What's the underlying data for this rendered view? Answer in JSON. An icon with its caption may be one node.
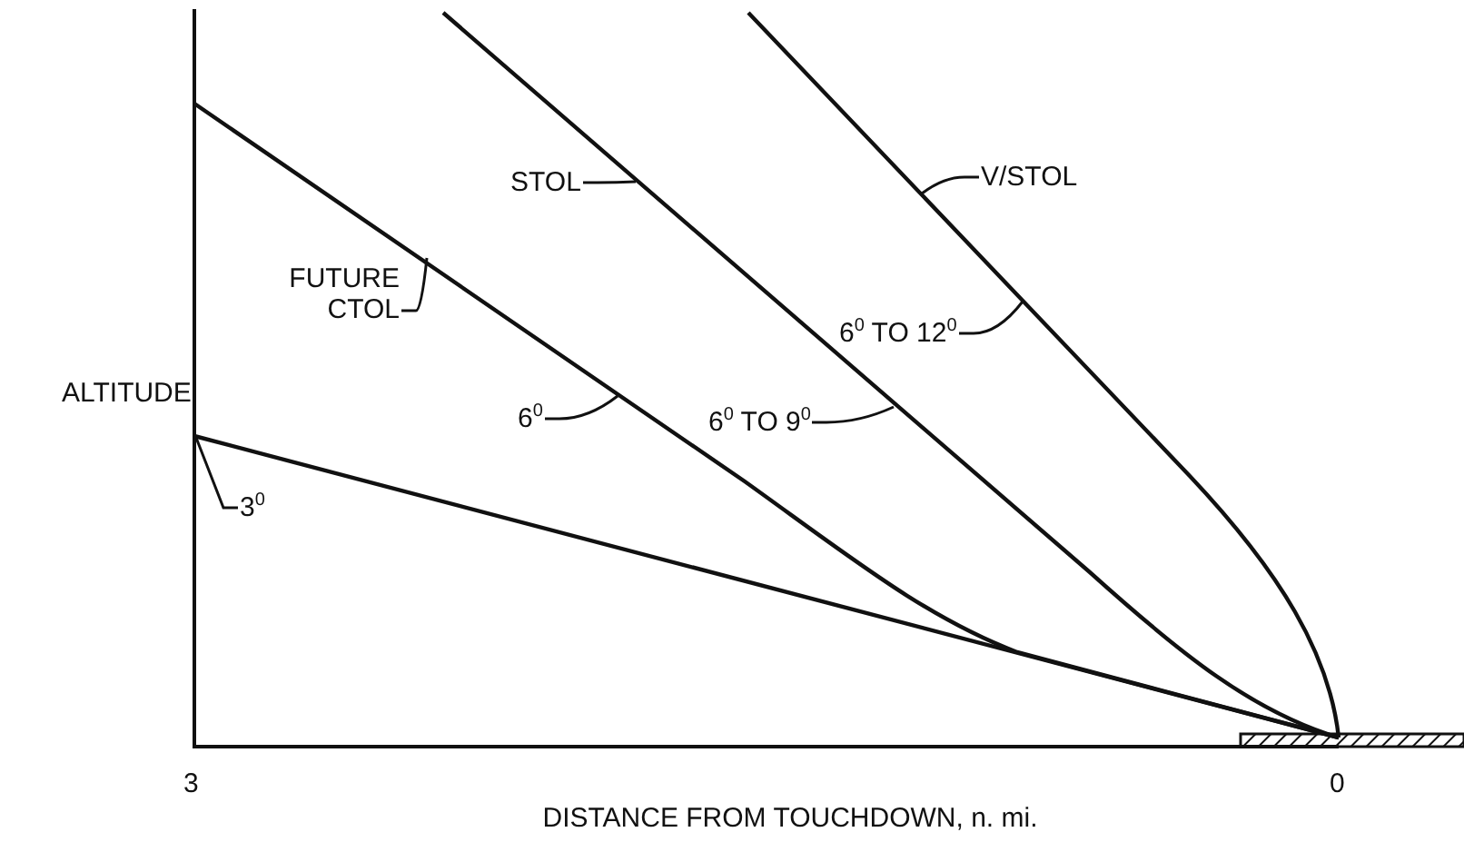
{
  "diagram": {
    "nodes": [
      {
        "text": [
          "STOL"
        ]
      },
      {
        "text": [
          "V/STOL"
        ]
      },
      {
        "text": [
          "FUTURE CTOL"
        ]
      },
      {
        "text": [
          "6$^{0}$ TO 12$^{0}$"
        ]
      },
      {
        "text": [
          "6$^{0}$"
        ]
      },
      {
        "text": [
          "6$^{0}$ TO 9$^{0}$"
        ]
      },
      {
        "text": [
          "3$^{0}$"
        ]
      }
    ],
    "edges": [
      {
        "from": 0,
        "to": null,
        "arrow": "none"
      },
      {
        "from": 1,
        "to": null,
        "arrow": "none"
      },
      {
        "from": 2,
        "to": null,
        "arrow": "none"
      },
      {
        "from": 3,
        "to": null,
        "arrow": "none"
      },
      {
        "from": 4,
        "to": null,
        "arrow": "none"
      },
      {
        "from": 5,
        "to": null,
        "arrow": "none"
      },
      {
        "from": 6,
        "to": null,
        "arrow": "none"
      }
    ],
    "labels": [
      "ALTITUDE",
      "3",
      "0",
      "DISTANCE FROM TOUCHDOWN, n. mi."
    ]
  }
}
